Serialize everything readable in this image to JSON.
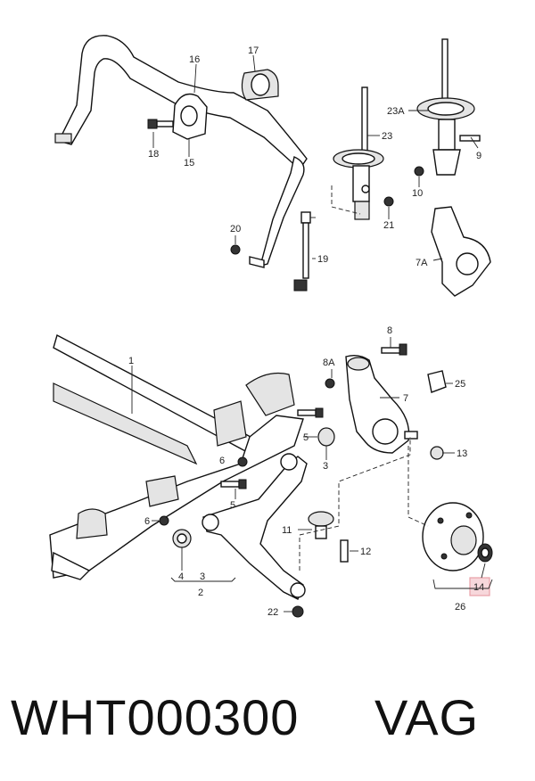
{
  "callouts": {
    "c1": "1",
    "c2": "2",
    "c3a": "3",
    "c3b": "3",
    "c4": "4",
    "c5a": "5",
    "c5b": "5",
    "c6a": "6",
    "c6b": "6",
    "c7": "7",
    "c7a": "7A",
    "c8": "8",
    "c8a": "8A",
    "c9": "9",
    "c10": "10",
    "c11": "11",
    "c12": "12",
    "c13": "13",
    "c14": "14",
    "c15": "15",
    "c16": "16",
    "c17": "17",
    "c18": "18",
    "c19": "19",
    "c20": "20",
    "c21": "21",
    "c22": "22",
    "c23": "23",
    "c23a": "23A",
    "c25": "25",
    "c26": "26"
  },
  "highlight_color": "#e8a0a8",
  "footer": {
    "part_number": "WHT000300",
    "brand": "VAG"
  }
}
